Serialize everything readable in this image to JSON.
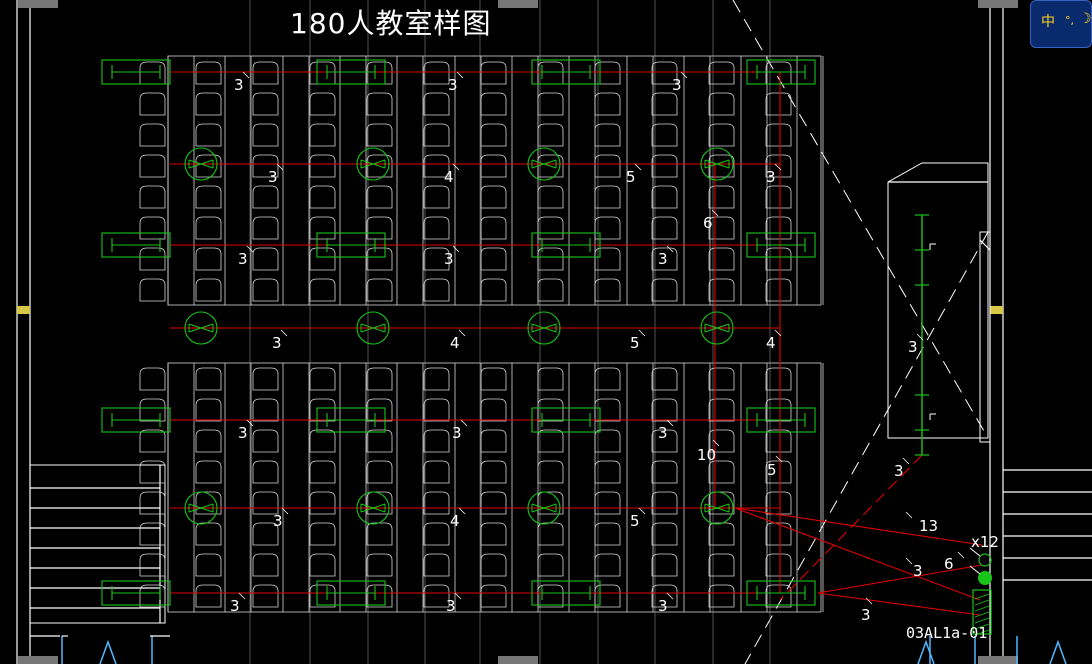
{
  "drawing": {
    "title": "180人教室样图",
    "panel_label": "03AL1a-01",
    "circuit_labels": {
      "r1": [
        "3",
        "3",
        "3"
      ],
      "r2": [
        "3",
        "4",
        "5",
        "3"
      ],
      "r3": [
        "3",
        "3",
        "3"
      ],
      "r4": [
        "3",
        "4",
        "5",
        "4"
      ],
      "r5": [
        "3",
        "3",
        "3"
      ],
      "r6": [
        "3",
        "4",
        "5"
      ],
      "r7": [
        "3",
        "3",
        "3"
      ],
      "col_a": "6",
      "col_b": "10",
      "col_c": "5",
      "side_a": "3",
      "side_b": "3",
      "feed_a": "13",
      "feed_b": "3",
      "feed_c": "6",
      "feed_d": "3",
      "feed_e": "x12"
    },
    "colors": {
      "background": "#000000",
      "walls": "#ffffff",
      "furniture": "#d8d8d8",
      "fixtures": "#18c418",
      "wiring": "#e00000"
    }
  },
  "ime": {
    "mode_label": "中",
    "punct_label": "°,",
    "moon_label": "☽"
  }
}
